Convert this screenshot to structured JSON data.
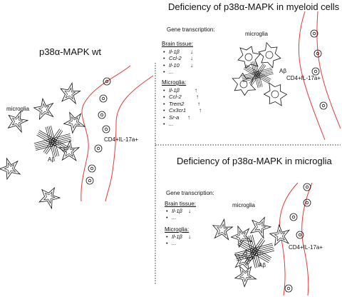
{
  "panels": {
    "wt": {
      "title": "p38α-MAPK wt",
      "microglia_label": "microglia",
      "abeta_label": "Aβ",
      "tcell_label": "CD4+IL-17a+"
    },
    "myeloid": {
      "title": "Deficiency of p38α-MAPK in myeloid cells",
      "gene_transcription": "Gene transcription:",
      "brain_tissue": "Brain tissue:",
      "brain_genes": [
        {
          "name": "Il-1β",
          "arrow": "↓"
        },
        {
          "name": "Ccl-2",
          "arrow": "↓"
        },
        {
          "name": "Il-10",
          "arrow": "↓"
        },
        {
          "name": "...",
          "arrow": ""
        }
      ],
      "microglia_heading": "Microglia:",
      "microglia_genes": [
        {
          "name": "Il-1β",
          "arrow": "↑"
        },
        {
          "name": "Ccl-2",
          "arrow": "↑"
        },
        {
          "name": "Trem2",
          "arrow": "↑"
        },
        {
          "name": "Cx3cr1",
          "arrow": "↑"
        },
        {
          "name": "Sr-a",
          "arrow": "↑"
        },
        {
          "name": "...",
          "arrow": ""
        }
      ],
      "microglia_label": "microglia",
      "abeta_label": "Aβ",
      "tcell_label": "CD4+IL-17a+"
    },
    "microglia_def": {
      "title": "Deficiency of p38α-MAPK in microglia",
      "gene_transcription": "Gene transcription:",
      "brain_tissue": "Brain tissue:",
      "brain_genes": [
        {
          "name": "Il-1β",
          "arrow": "↓"
        },
        {
          "name": "...",
          "arrow": ""
        }
      ],
      "microglia_heading": "Microglia:",
      "microglia_genes": [
        {
          "name": "Il-1β",
          "arrow": "↓"
        },
        {
          "name": "...",
          "arrow": ""
        }
      ],
      "microglia_label": "microglia",
      "abeta_label": "Aβ",
      "tcell_label": "CD4+IL-17a+"
    }
  },
  "colors": {
    "vessel": "#e23b3b",
    "ink": "#111111",
    "divider": "#333333"
  }
}
